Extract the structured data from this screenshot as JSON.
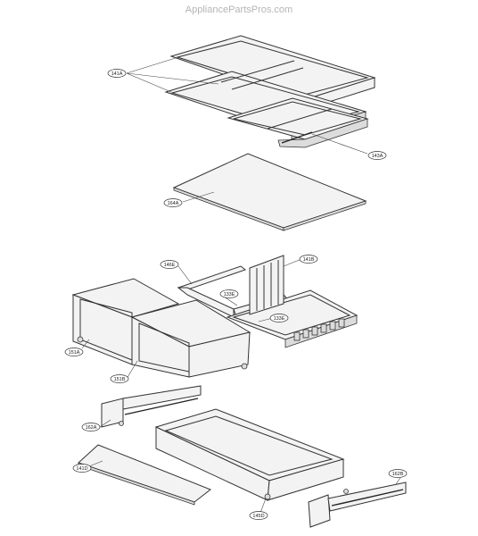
{
  "watermark": "AppliancePartsPros.com",
  "callouts": {
    "c141A": "141A",
    "c143A": "143A",
    "c164A": "164A",
    "c146E": "146E",
    "c141B": "141B",
    "c133E_1": "133E",
    "c133E_2": "133E",
    "c151A": "151A",
    "c151B": "151B",
    "c162A": "162A",
    "c141D": "141D",
    "c145D": "145D",
    "c162B": "162B"
  },
  "colors": {
    "line": "#333333",
    "background": "#ffffff",
    "watermark": "#b5b5b5"
  }
}
